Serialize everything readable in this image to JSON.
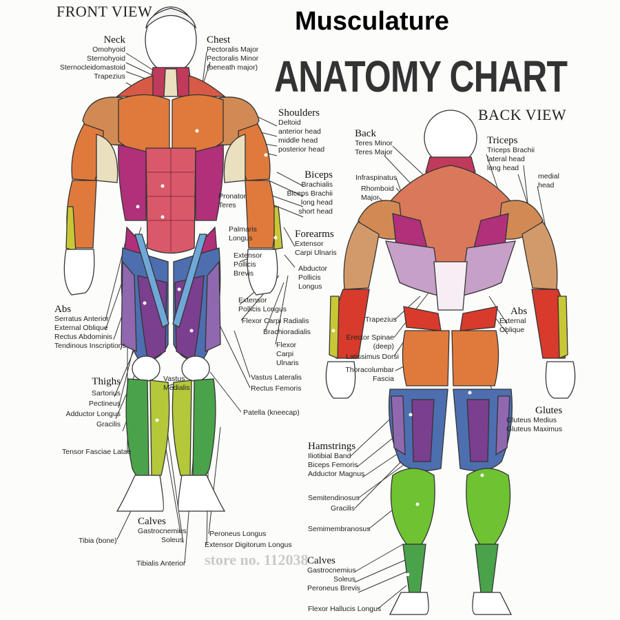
{
  "title": "Musculature",
  "subtitle": "ANATOMY CHART",
  "watermark": "store no. 112038",
  "front_view": {
    "heading": "FRONT VIEW",
    "neck": {
      "heading": "Neck",
      "items": [
        "Omohyoid",
        "Sternohyoid",
        "Sternocleidomastoid",
        "Trapezius"
      ]
    },
    "chest": {
      "heading": "Chest",
      "items": [
        "Pectoralis Major",
        "Pectoralis Minor",
        "(beneath major)"
      ]
    },
    "shoulders": {
      "heading": "Shoulders",
      "items": [
        "Deltoid",
        "anterior head",
        "middle head",
        "posterior head"
      ]
    },
    "biceps": {
      "heading": "Biceps",
      "items": [
        "Brachialis",
        "Biceps Brachii",
        "long head",
        "short head"
      ]
    },
    "pronator": [
      "Pronator",
      "Teres"
    ],
    "palmaris": [
      "Palmaris",
      "Longus"
    ],
    "forearms": {
      "heading": "Forearms",
      "items": [
        "Extensor",
        "Carpi Ulnaris"
      ]
    },
    "abductor": [
      "Abductor",
      "Pollicis",
      "Longus"
    ],
    "ext_pollicis_brevis": [
      "Extensor",
      "Pollicis",
      "Brevis"
    ],
    "ext_pollicis_longus": [
      "Extensor",
      "Pollicis Longus"
    ],
    "flexor_carpi_radialis": "Flexor Carpi Radialis",
    "brachioradialis": "Brachioradialis",
    "flexor_carpi_ulnaris": [
      "Flexor",
      "Carpi",
      "Ulnaris"
    ],
    "abs": {
      "heading": "Abs",
      "items": [
        "Serratus Anterior",
        "External Oblique",
        "Rectus Abdominis",
        "Tendinous Inscriptions"
      ]
    },
    "thighs": {
      "heading": "Thighs",
      "items": [
        "Sartorius",
        "Pectineus",
        "Adductor Longus",
        "Gracilis",
        "Tensor Fasciae Latae"
      ]
    },
    "vastus_medialis": [
      "Vastus",
      "Medialis"
    ],
    "vastus_lateralis": "Vastus Lateralis",
    "rectus_femoris": "Rectus Femoris",
    "patella": "Patella (kneecap)",
    "calves": {
      "heading": "Calves",
      "items": [
        "Gastrocnemius",
        "Soleus"
      ]
    },
    "tibia": "Tibia (bone)",
    "tibialis": "Tibialis Anterior",
    "peroneus_longus": "Peroneus Longus",
    "ext_digitorum": "Extensor Digitorum Longus"
  },
  "back_view": {
    "heading": "BACK VIEW",
    "back": {
      "heading": "Back",
      "items": [
        "Teres Minor",
        "Teres Major"
      ]
    },
    "infraspinatus": "Infraspinatus",
    "rhomboid": [
      "Rhomboid",
      "Major"
    ],
    "triceps": {
      "heading": "Triceps",
      "items": [
        "Triceps Brachii",
        "lateral head",
        "long head"
      ]
    },
    "medial_head": [
      "medial",
      "head"
    ],
    "abs": {
      "heading": "Abs",
      "items": [
        "External",
        "Oblique"
      ]
    },
    "trapezius": "Trapezius",
    "erector": [
      "Erector Spinae",
      "(deep)"
    ],
    "latissimus": "Latissimus Dorsi",
    "thoracolumbar": [
      "Thoracolumbar",
      "Fascia"
    ],
    "glutes": {
      "heading": "Glutes",
      "items": [
        "Gluteus Medius",
        "Gluteus Maximus"
      ]
    },
    "hamstrings": {
      "heading": "Hamstrings",
      "items": [
        "Iliotibial Band",
        "Biceps Femoris",
        "Adductor Magnus"
      ]
    },
    "semitendinosus": "Semitendinosus",
    "gracilis": "Gracilis",
    "semimembranosus": "Semimembranosus",
    "calves": {
      "heading": "Calves",
      "items": [
        "Gastrocnemius",
        "Soleus",
        "Peroneus Brevis"
      ]
    },
    "flexor_hallucis": "Flexor Hallucis Longus"
  },
  "colors": {
    "orange": "#e07a3c",
    "magenta": "#b0307a",
    "purple": "#7b3f8f",
    "blue": "#4d6fb0",
    "green": "#4aa34a",
    "red": "#d83a2c",
    "cream": "#eadfbf",
    "skin": "#ffffff"
  }
}
